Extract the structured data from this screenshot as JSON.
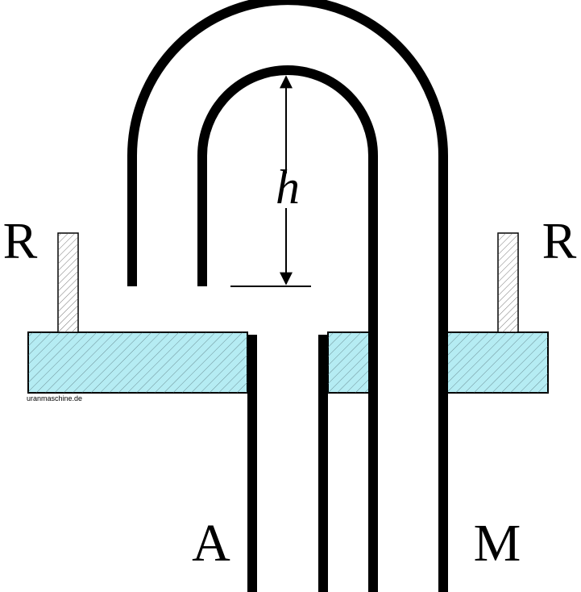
{
  "labels": {
    "height": "h",
    "rod_left": "R",
    "rod_right": "R",
    "tube_a": "A",
    "tube_m": "M"
  },
  "watermark": "uranmaschine.de",
  "colors": {
    "stroke": "#000000",
    "plate_fill": "#b5ecf3",
    "rod_fill": "#ffffff",
    "background": "#ffffff"
  }
}
